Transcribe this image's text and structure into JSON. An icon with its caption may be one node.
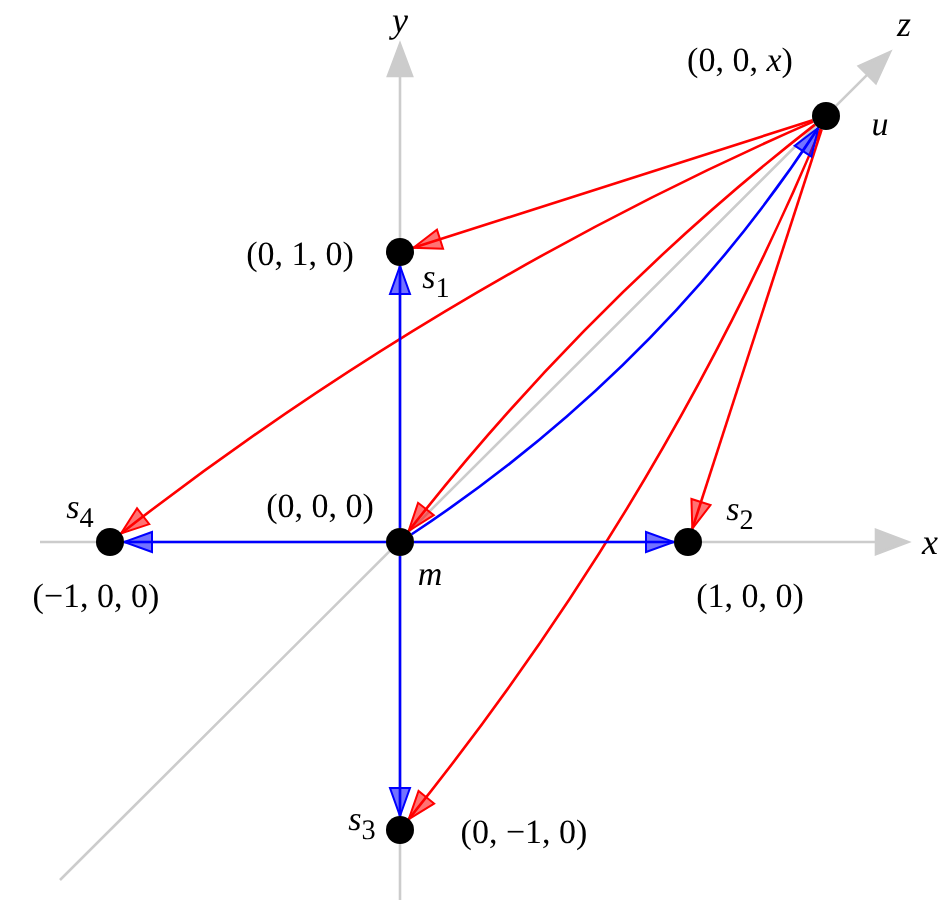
{
  "diagram": {
    "nodes": [
      {
        "text": [],
        "shape": "circle",
        "beside": [
          "*u*",
          "(0, 0, *x*)"
        ]
      },
      {
        "text": [],
        "shape": "circle",
        "beside": [
          "*s*$_{1}$",
          "(0, 1, 0)"
        ]
      },
      {
        "text": [],
        "shape": "circle",
        "beside": [
          "*s*$_{4}$",
          "(−1, 0, 0)"
        ]
      },
      {
        "text": [],
        "shape": "circle",
        "beside": [
          "*m*",
          "(0, 0, 0)"
        ]
      },
      {
        "text": [],
        "shape": "circle",
        "beside": [
          "*s*$_{2}$",
          "(1, 0, 0)"
        ]
      },
      {
        "text": [],
        "shape": "circle",
        "beside": [
          "*s*$_{3}$",
          "(0, −1, 0)"
        ]
      }
    ],
    "edges": [
      {
        "from": 0,
        "to": 1,
        "arrow": "to",
        "color": "#ff0000"
      },
      {
        "from": 0,
        "to": 2,
        "arrow": "to",
        "color": "#ff0000"
      },
      {
        "from": 0,
        "to": 3,
        "arrow": "to",
        "color": "#ff0000"
      },
      {
        "from": 0,
        "to": 5,
        "arrow": "to",
        "color": "#ff0000"
      },
      {
        "from": 0,
        "to": 4,
        "arrow": "to",
        "color": "#ff0000"
      },
      {
        "from": 3,
        "to": 1,
        "arrow": "to",
        "color": "#0000ff"
      },
      {
        "from": 3,
        "to": 4,
        "arrow": "to",
        "color": "#0000ff"
      },
      {
        "from": 3,
        "to": 5,
        "arrow": "to",
        "color": "#0000ff"
      },
      {
        "from": 3,
        "to": 2,
        "arrow": "to",
        "color": "#0000ff"
      },
      {
        "from": 3,
        "to": 0,
        "arrow": "to",
        "color": "#0000ff"
      }
    ],
    "labels": [
      "*y*",
      "*z*",
      "*x*"
    ]
  }
}
